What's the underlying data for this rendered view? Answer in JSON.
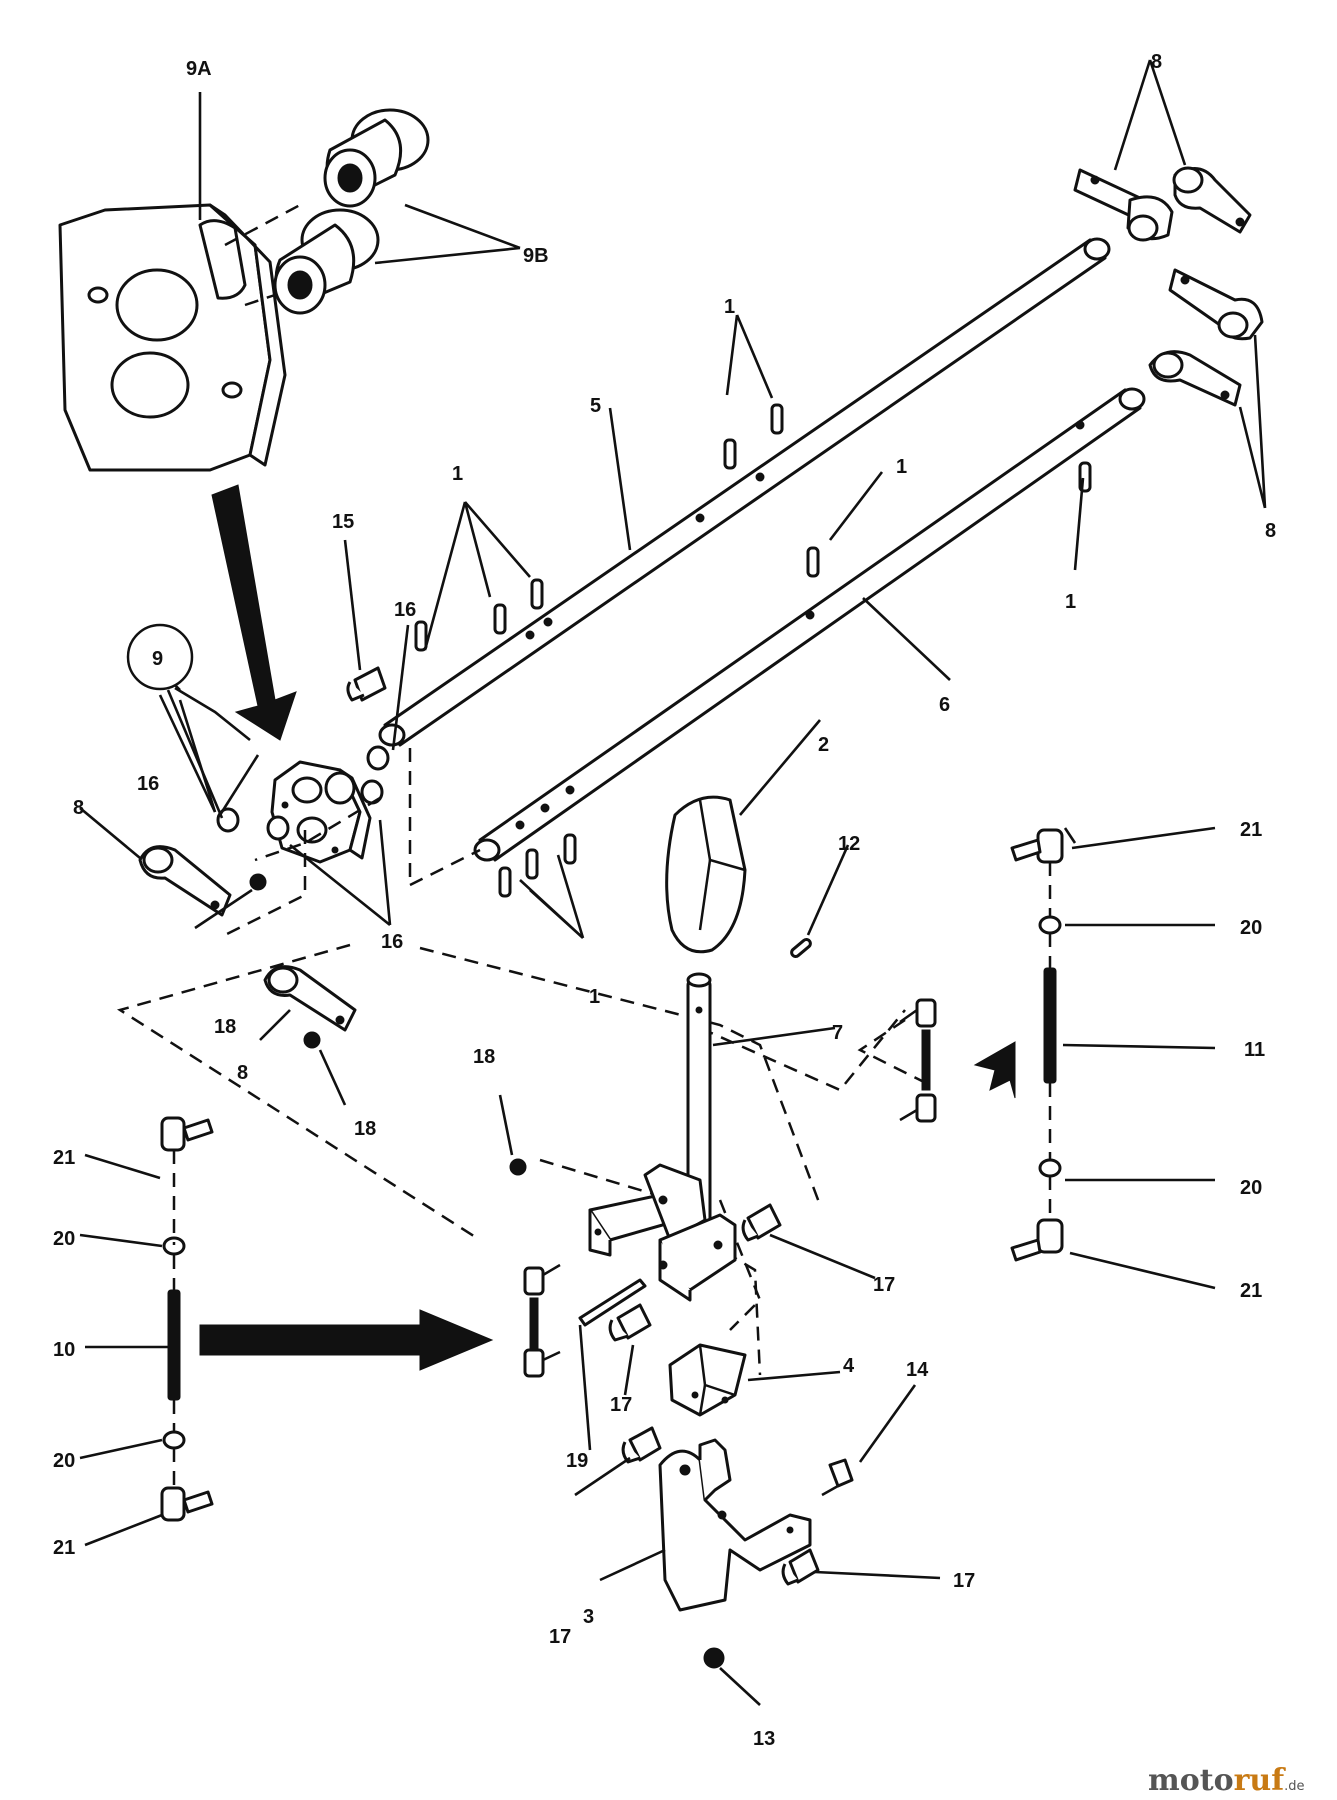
{
  "diagram": {
    "callouts": {
      "c9A": "9A",
      "c9B": "9B",
      "c9": "9",
      "c8a": "8",
      "c8b": "8",
      "c8c": "8",
      "c8d": "8",
      "c1a": "1",
      "c1b": "1",
      "c1c": "1",
      "c1d": "1",
      "c1e": "1",
      "c5": "5",
      "c6": "6",
      "c15": "15",
      "c16a": "16",
      "c16b": "16",
      "c16c": "16",
      "c18a": "18",
      "c18b": "18",
      "c18c": "18",
      "c2": "2",
      "c12": "12",
      "c7": "7",
      "c21a": "21",
      "c21b": "21",
      "c21c": "21",
      "c21d": "21",
      "c20a": "20",
      "c20b": "20",
      "c20c": "20",
      "c20d": "20",
      "c11": "11",
      "c10": "10",
      "c17a": "17",
      "c17b": "17",
      "c17c": "17",
      "c17d": "17",
      "c4": "4",
      "c14": "14",
      "c19": "19",
      "c3": "3",
      "c13": "13"
    },
    "watermark": {
      "part1": "moto",
      "part2": "ruf",
      "part3": ".de"
    }
  }
}
